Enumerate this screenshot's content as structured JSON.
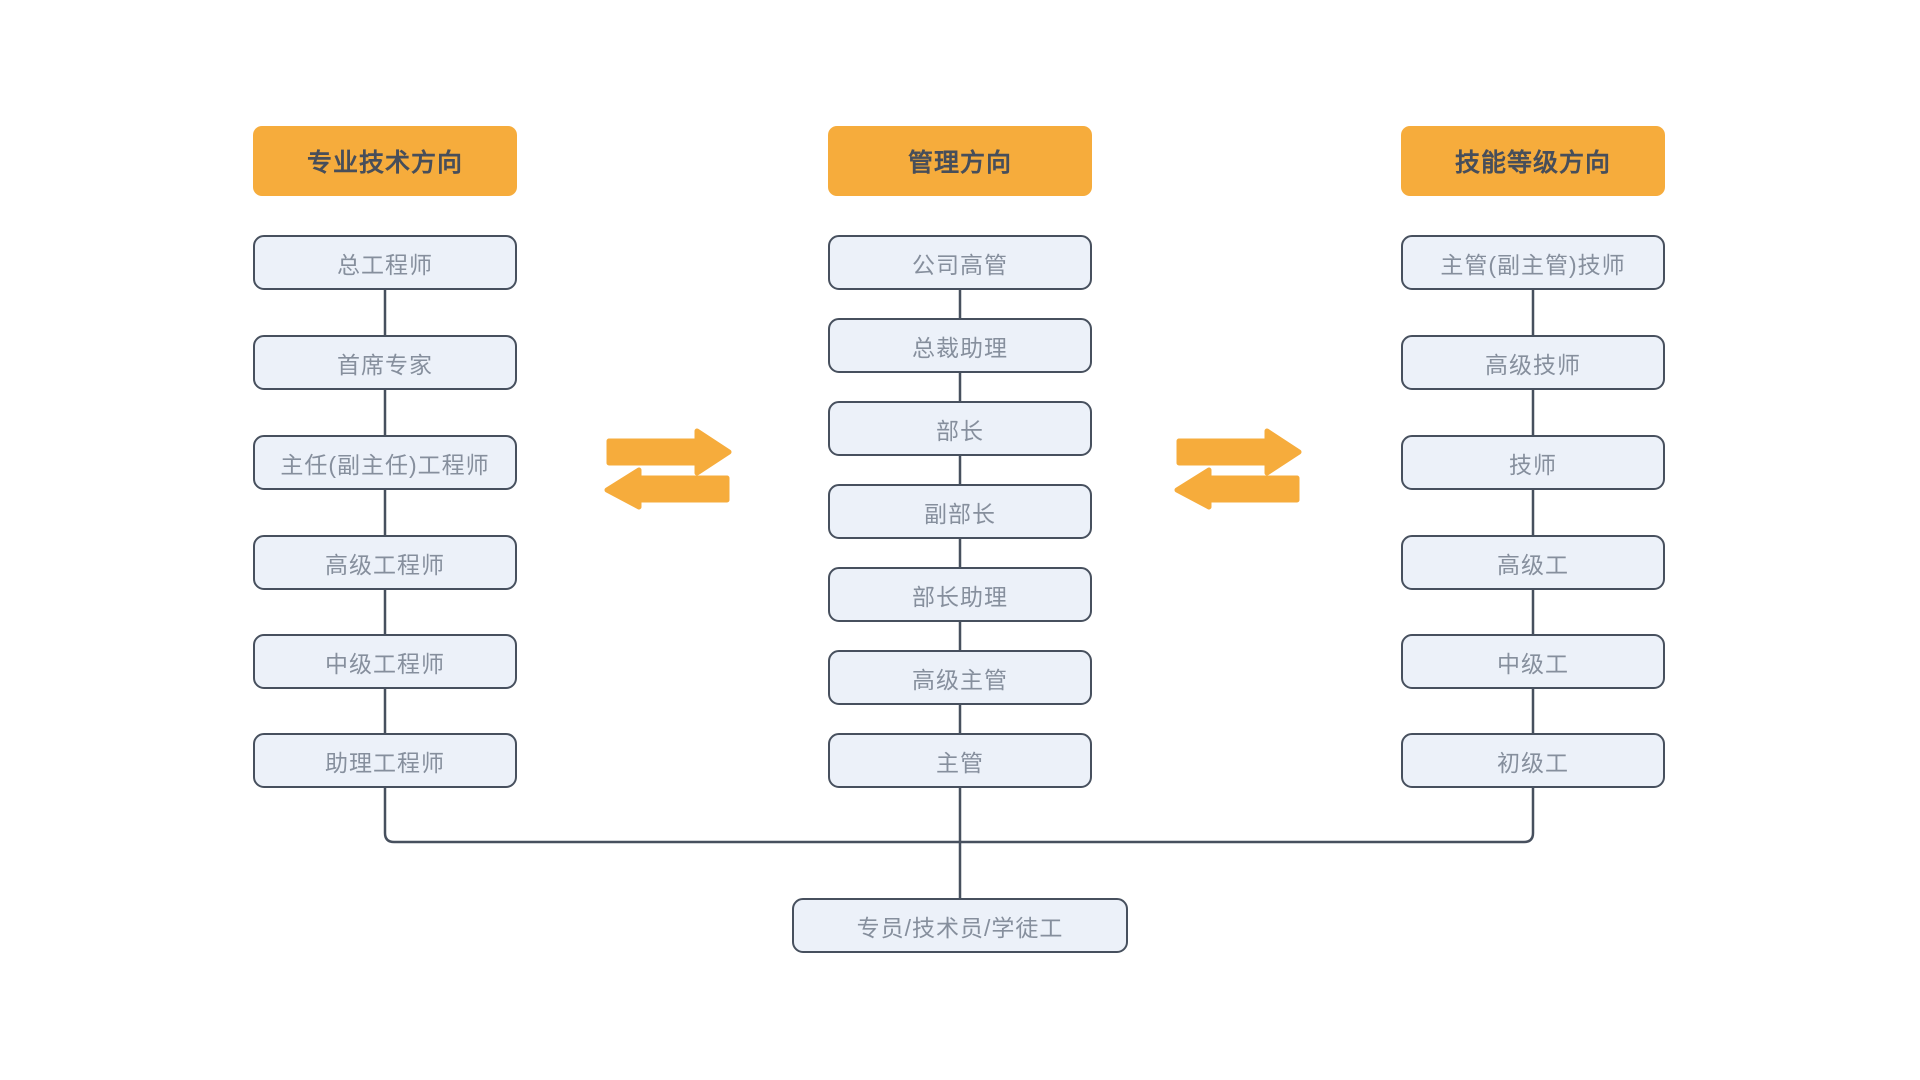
{
  "colors": {
    "page_bg": "#ffffff",
    "header_bg": "#f6ac3c",
    "header_text": "#474e5a",
    "box_bg": "#ecf1f9",
    "box_border": "#47505e",
    "box_text": "#868f9d",
    "line": "#47505e",
    "arrow": "#f6ac3c"
  },
  "columns": [
    {
      "header": "专业技术方向",
      "items": [
        "总工程师",
        "首席专家",
        "主任(副主任)工程师",
        "高级工程师",
        "中级工程师",
        "助理工程师"
      ]
    },
    {
      "header": "管理方向",
      "items": [
        "公司高管",
        "总裁助理",
        "部长",
        "副部长",
        "部长助理",
        "高级主管",
        "主管"
      ]
    },
    {
      "header": "技能等级方向",
      "items": [
        "主管(副主管)技师",
        "高级技师",
        "技师",
        "高级工",
        "中级工",
        "初级工"
      ]
    }
  ],
  "base_node": {
    "label": "专员/技术员/学徒工"
  },
  "icons": {
    "left_swap": "swap-arrows-icon",
    "right_swap": "swap-arrows-icon"
  }
}
